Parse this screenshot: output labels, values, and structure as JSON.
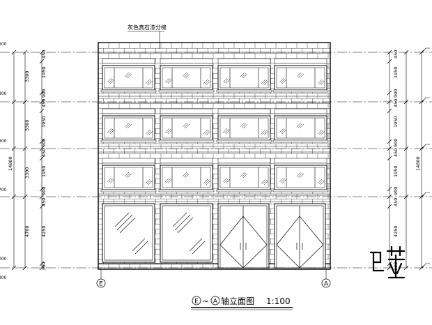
{
  "annotation": "灰色真石漆分缝",
  "title": {
    "prefix": "E",
    "tilde": "~",
    "suffix": "A",
    "text": "轴立面图",
    "scale": "1:100"
  },
  "axes": {
    "left": "E",
    "right": "A"
  },
  "elevations": [
    "600",
    "300",
    "900",
    "700",
    "000",
    "300"
  ],
  "dims": {
    "story": [
      "3300",
      "3300",
      "3300",
      "4700"
    ],
    "inner": [
      "450",
      "1950",
      "900",
      "450",
      "1950",
      "900",
      "450",
      "1950",
      "900",
      "450",
      "4250"
    ],
    "base": "300",
    "total": "14800"
  },
  "logo_text": "已获"
}
